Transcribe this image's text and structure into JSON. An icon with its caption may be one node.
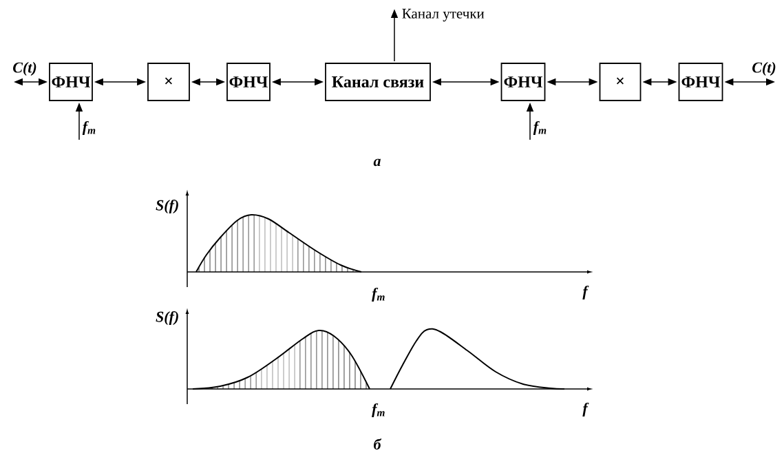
{
  "diagram": {
    "nodes": [
      {
        "text": [
          "C(t)"
        ]
      },
      {
        "text": [
          "ФНЧ"
        ]
      },
      {
        "text": [
          "×"
        ]
      },
      {
        "text": [
          "ФНЧ"
        ]
      },
      {
        "text": [
          "Канал связи"
        ]
      },
      {
        "text": [
          "ФНЧ"
        ]
      },
      {
        "text": [
          "×"
        ]
      },
      {
        "text": [
          "ФНЧ"
        ]
      },
      {
        "text": [
          "C(t)"
        ]
      },
      {
        "text": [
          "f$_{m}$"
        ]
      },
      {
        "text": [
          "f$_{m}$"
        ]
      },
      {
        "text": [
          "Канал утечки"
        ]
      }
    ],
    "edges": [
      {
        "from": 0,
        "to": 1,
        "arrow": "both"
      },
      {
        "from": 1,
        "to": 2,
        "arrow": "both"
      },
      {
        "from": 2,
        "to": 3,
        "arrow": "both"
      },
      {
        "from": 3,
        "to": 4,
        "arrow": "both"
      },
      {
        "from": 4,
        "to": 5,
        "arrow": "both"
      },
      {
        "from": 5,
        "to": 6,
        "arrow": "both"
      },
      {
        "from": 6,
        "to": 7,
        "arrow": "both"
      },
      {
        "from": 7,
        "to": 8,
        "arrow": "both"
      },
      {
        "from": 9,
        "to": 1,
        "arrow": "to"
      },
      {
        "from": 10,
        "to": 5,
        "arrow": "to"
      },
      {
        "from": 4,
        "to": 11,
        "arrow": "to"
      }
    ],
    "labels": [
      "а",
      "S(f)",
      "f$_{m}$",
      "f",
      "S(f)",
      "f$_{m}$",
      "f",
      "б"
    ]
  }
}
